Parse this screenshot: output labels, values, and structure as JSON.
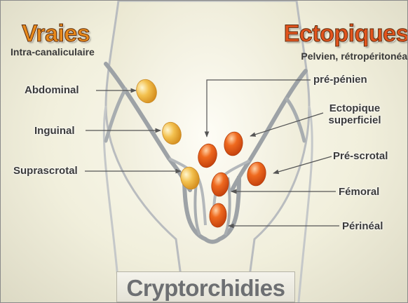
{
  "headings": {
    "vraies": "Vraies",
    "vraies_subtitle": "Intra-canaliculaire",
    "ectopiques": "Ectopiques",
    "ectopiques_subtitle": "Pelvien, rétropéritonéal"
  },
  "labels": {
    "abdominal": "Abdominal",
    "inguinal": "Inguinal",
    "suprascrotal": "Suprascrotal",
    "pre_penien": "pré-pénien",
    "ectopique_superficiel": "Ectopique superficiel",
    "pre_scrotal": "Pré-scrotal",
    "femoral": "Fémoral",
    "perineal": "Périnéal"
  },
  "caption": "Cryptorchidies",
  "colors": {
    "vraies_heading": "#e88a1c",
    "ectopiques_heading": "#e2541e",
    "true_testis": "#f3c14f",
    "ectopic_testis": "#ef6a1f",
    "skin": "#f6f4e4",
    "body_outline": "#9da2a6"
  }
}
